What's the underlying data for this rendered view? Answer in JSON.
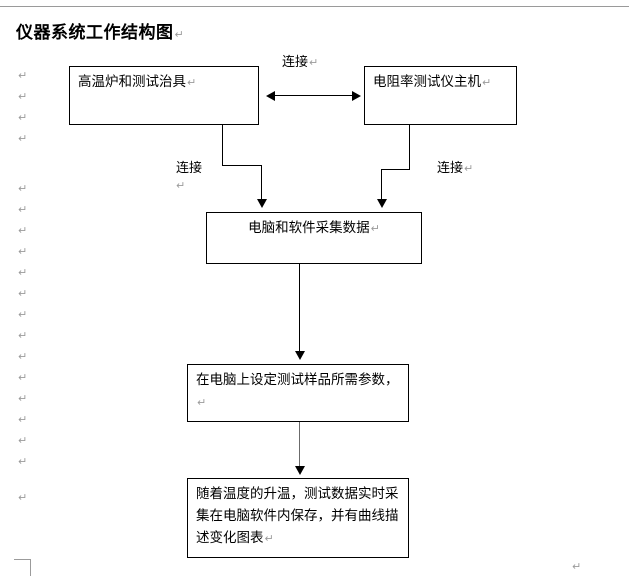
{
  "document": {
    "title": "仪器系统工作结构图",
    "pilcrow_glyph": "↵",
    "margin_pilcrows_left": [
      "↵",
      "↵",
      "↵",
      "↵",
      "↵",
      "↵",
      "↵",
      "↵",
      "↵",
      "↵",
      "↵",
      "↵",
      "↵",
      "↵",
      "↵",
      "↵",
      "↵",
      "↵",
      "↵"
    ],
    "bottom_right_pilcrow": "↵"
  },
  "flowchart": {
    "boxes": [
      {
        "id": "furnace",
        "label": "高温炉和测试治具"
      },
      {
        "id": "tester",
        "label": "电阻率测试仪主机"
      },
      {
        "id": "computer",
        "label": "电脑和软件采集数据"
      },
      {
        "id": "params",
        "label": "在电脑上设定测试样品所需参数，"
      },
      {
        "id": "record",
        "label": "随着温度的升温，测试数据实时采集在电脑软件内保存，并有曲线描述变化图表"
      }
    ],
    "edge_labels": {
      "top_connect": "连接",
      "left_connect": "连接",
      "right_connect": "连接"
    }
  },
  "colors": {
    "line": "#000000",
    "text": "#000000",
    "mark": "#9b9b9b",
    "background": "#ffffff"
  }
}
